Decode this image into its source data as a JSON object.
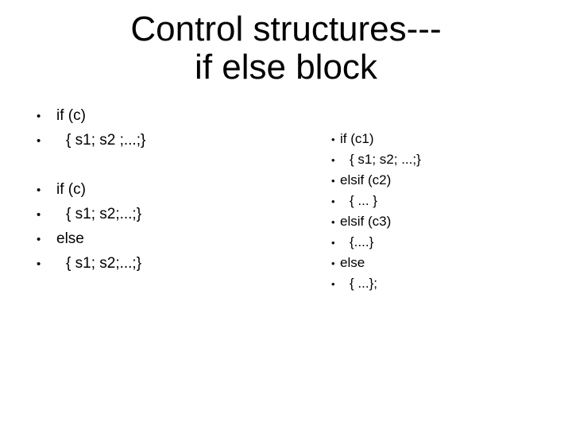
{
  "slide": {
    "background_color": "#ffffff",
    "text_color": "#000000",
    "bullet_char": "•",
    "title": {
      "line1": "Control structures---",
      "line2": "if else block"
    },
    "left_list": {
      "items": [
        {
          "text": "if (c)",
          "indent": 0,
          "blank": false
        },
        {
          "text": "{ s1; s2 ;...;}",
          "indent": 1,
          "blank": false
        },
        {
          "text": "",
          "indent": 0,
          "blank": true
        },
        {
          "text": "if (c)",
          "indent": 0,
          "blank": false
        },
        {
          "text": "{ s1; s2;...;}",
          "indent": 1,
          "blank": false
        },
        {
          "text": "else",
          "indent": 0,
          "blank": false
        },
        {
          "text": "{ s1; s2;...;}",
          "indent": 1,
          "blank": false
        }
      ]
    },
    "right_list": {
      "items": [
        {
          "text": "if (c1)",
          "indent": 0,
          "blank": false
        },
        {
          "text": "{ s1; s2; ...;}",
          "indent": 1,
          "blank": false
        },
        {
          "text": "elsif (c2)",
          "indent": 0,
          "blank": false
        },
        {
          "text": "{ ... }",
          "indent": 1,
          "blank": false
        },
        {
          "text": "elsif (c3)",
          "indent": 0,
          "blank": false
        },
        {
          "text": "{....}",
          "indent": 1,
          "blank": false
        },
        {
          "text": "else",
          "indent": 0,
          "blank": false
        },
        {
          "text": "{ ...};",
          "indent": 1,
          "blank": false
        }
      ]
    }
  }
}
